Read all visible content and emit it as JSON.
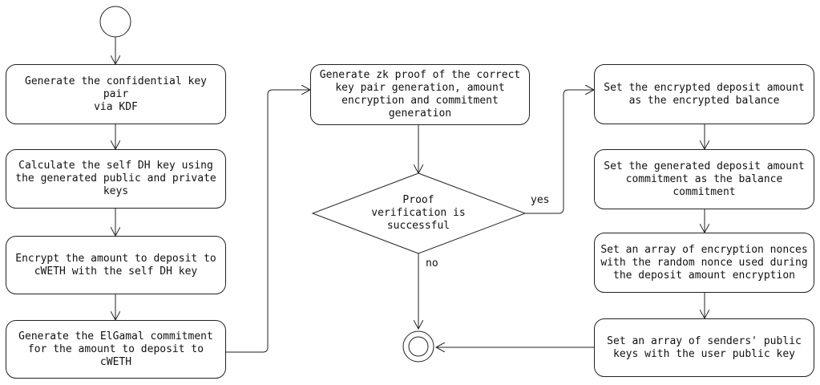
{
  "nodes": {
    "generate_key_pair": "Generate the confidential key pair\nvia KDF",
    "calculate_dh_key": "Calculate the self DH key using\nthe generated public and private\nkeys",
    "encrypt_amount": "Encrypt the amount to deposit to\ncWETH with the self DH key",
    "generate_commitment": "Generate the ElGamal commitment\nfor the amount to deposit to cWETH",
    "generate_zk_proof": "Generate zk proof of the correct\nkey pair generation, amount\nencryption and commitment\ngeneration",
    "proof_decision": "Proof\nverification is\nsuccessful",
    "set_encrypted_balance": "Set the encrypted deposit amount\nas the encrypted balance",
    "set_balance_commitment": "Set the generated deposit amount\ncommitment as the balance\ncommitment",
    "set_nonces": "Set an array of encryption nonces\nwith the random nonce used during\nthe deposit amount encryption",
    "set_sender_keys": "Set an array of senders' public\nkeys with the user public key"
  },
  "edge_labels": {
    "yes": "yes",
    "no": "no"
  }
}
